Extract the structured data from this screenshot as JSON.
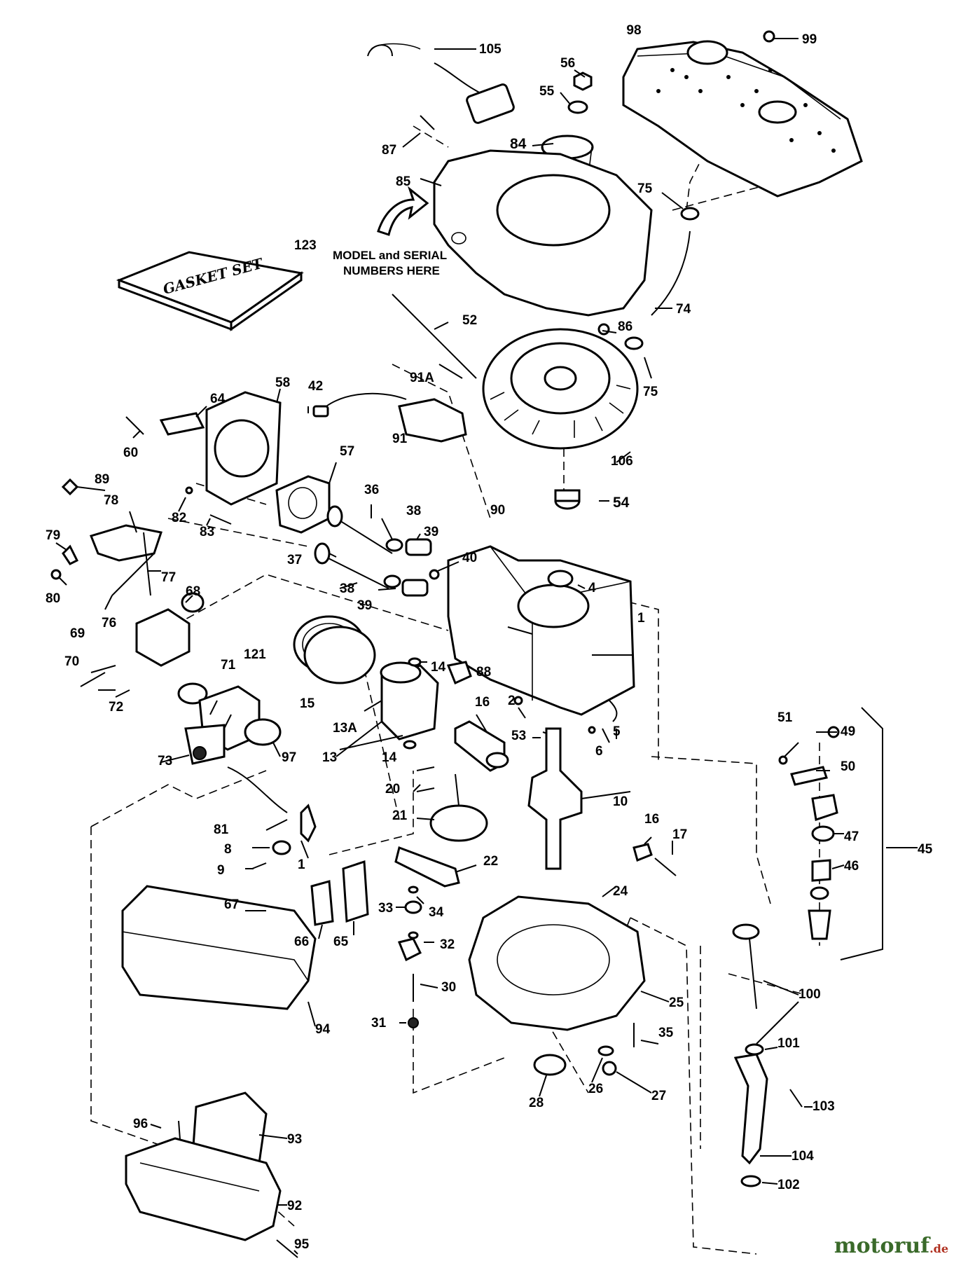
{
  "diagram": {
    "note": {
      "line1": "MODEL and SERIAL",
      "line2": "NUMBERS HERE"
    },
    "gasket_box_text": "GASKET SET",
    "callouts": [
      "1",
      "2",
      "4",
      "5",
      "6",
      "8",
      "9",
      "10",
      "13",
      "13A",
      "14",
      "14",
      "15",
      "16",
      "16",
      "17",
      "20",
      "21",
      "22",
      "24",
      "25",
      "26",
      "27",
      "28",
      "30",
      "31",
      "32",
      "33",
      "34",
      "35",
      "36",
      "37",
      "38",
      "38",
      "39",
      "39",
      "40",
      "42",
      "45",
      "46",
      "47",
      "49",
      "50",
      "51",
      "52",
      "53",
      "54",
      "55",
      "56",
      "57",
      "58",
      "60",
      "64",
      "65",
      "66",
      "67",
      "68",
      "69",
      "70",
      "71",
      "72",
      "73",
      "74",
      "75",
      "75",
      "76",
      "77",
      "78",
      "79",
      "80",
      "81",
      "82",
      "83",
      "84",
      "85",
      "86",
      "87",
      "88",
      "89",
      "90",
      "91",
      "91A",
      "92",
      "93",
      "94",
      "95",
      "96",
      "97",
      "98",
      "99",
      "100",
      "101",
      "102",
      "103",
      "104",
      "105",
      "106",
      "121",
      "123"
    ]
  },
  "watermark": {
    "main": "motoruf",
    "suffix": ".de"
  }
}
